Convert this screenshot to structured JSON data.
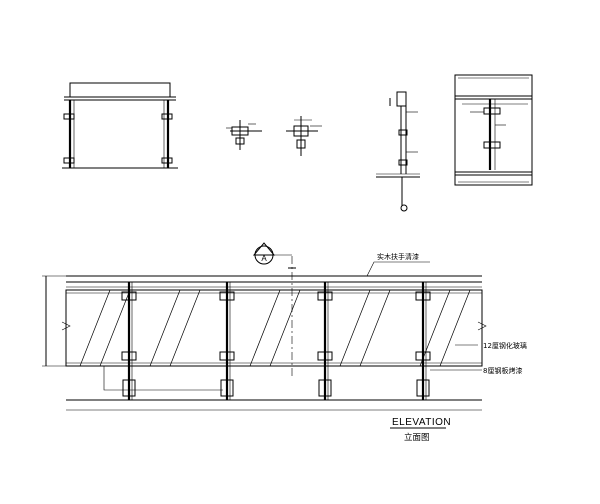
{
  "elevation": {
    "title_en": "ELEVATION",
    "title_cn": "立面图",
    "section_marker": "A",
    "labels": {
      "handrail": "实木扶手清漆",
      "glass": "12厘钢化玻璃",
      "post": "8厘钢板烤漆"
    }
  }
}
